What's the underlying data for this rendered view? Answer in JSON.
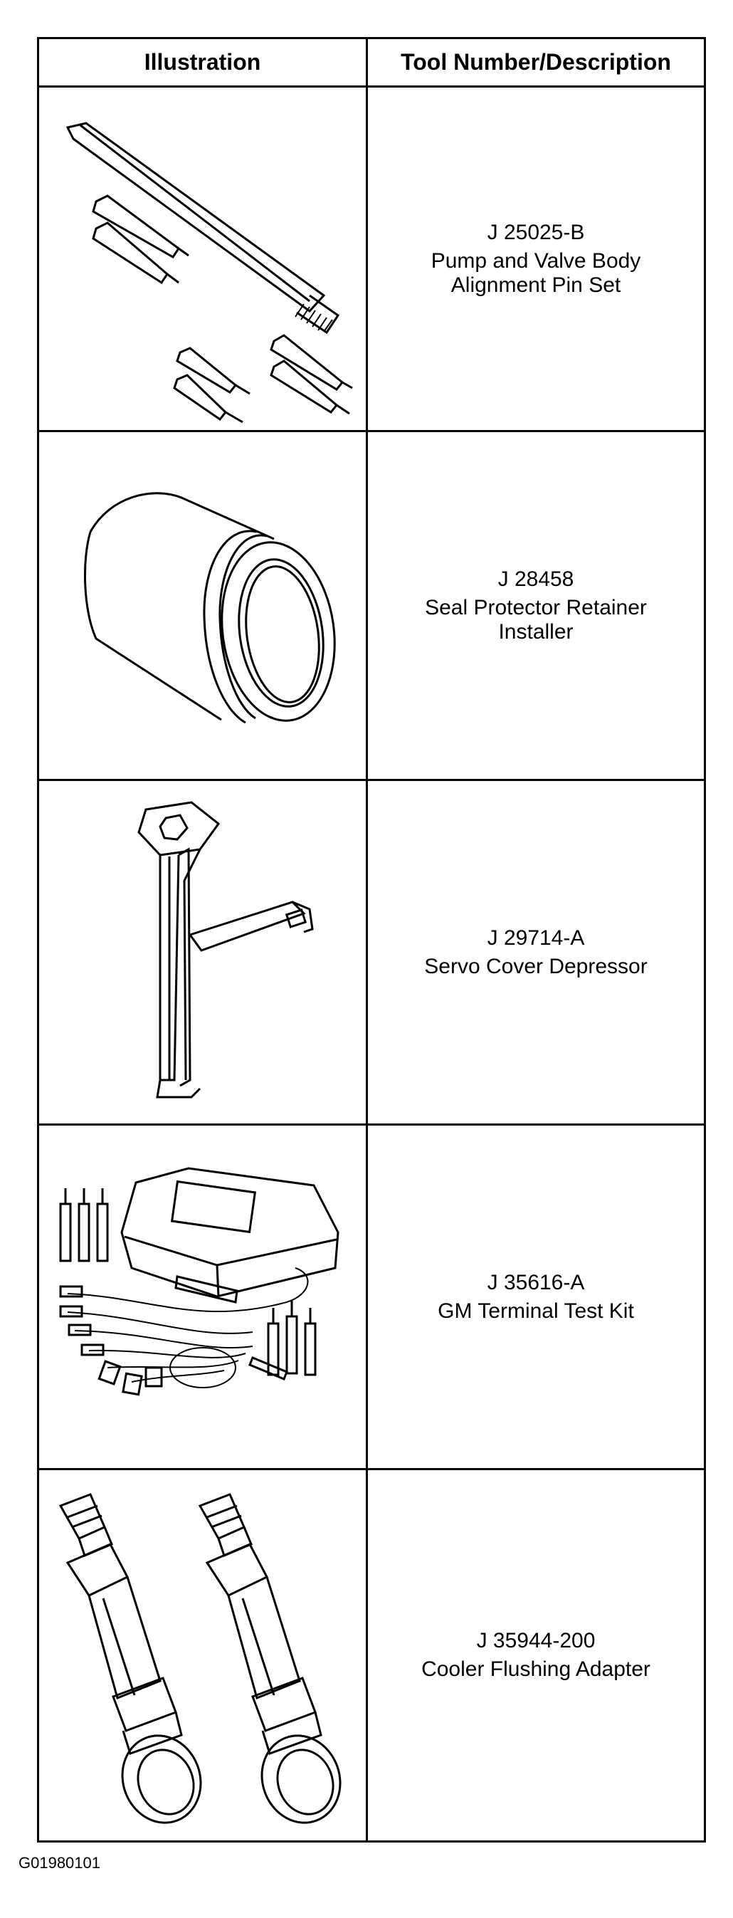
{
  "table": {
    "headers": {
      "illustration": "Illustration",
      "description": "Tool Number/Description"
    },
    "rows": [
      {
        "tool_number": "J 25025-B",
        "desc_line1": "Pump and Valve Body",
        "desc_line2": "Alignment Pin Set",
        "illustration_icon": "alignment-pin-set-icon"
      },
      {
        "tool_number": "J 28458",
        "desc_line1": "Seal Protector Retainer",
        "desc_line2": "Installer",
        "illustration_icon": "seal-protector-installer-icon"
      },
      {
        "tool_number": "J 29714-A",
        "desc_line1": "Servo Cover Depressor",
        "desc_line2": "",
        "illustration_icon": "servo-cover-depressor-icon"
      },
      {
        "tool_number": "J 35616-A",
        "desc_line1": "GM Terminal Test Kit",
        "desc_line2": "",
        "illustration_icon": "terminal-test-kit-icon"
      },
      {
        "tool_number": "J 35944-200",
        "desc_line1": "Cooler Flushing Adapter",
        "desc_line2": "",
        "illustration_icon": "cooler-flushing-adapter-icon"
      }
    ]
  },
  "figure_code": "G01980101"
}
